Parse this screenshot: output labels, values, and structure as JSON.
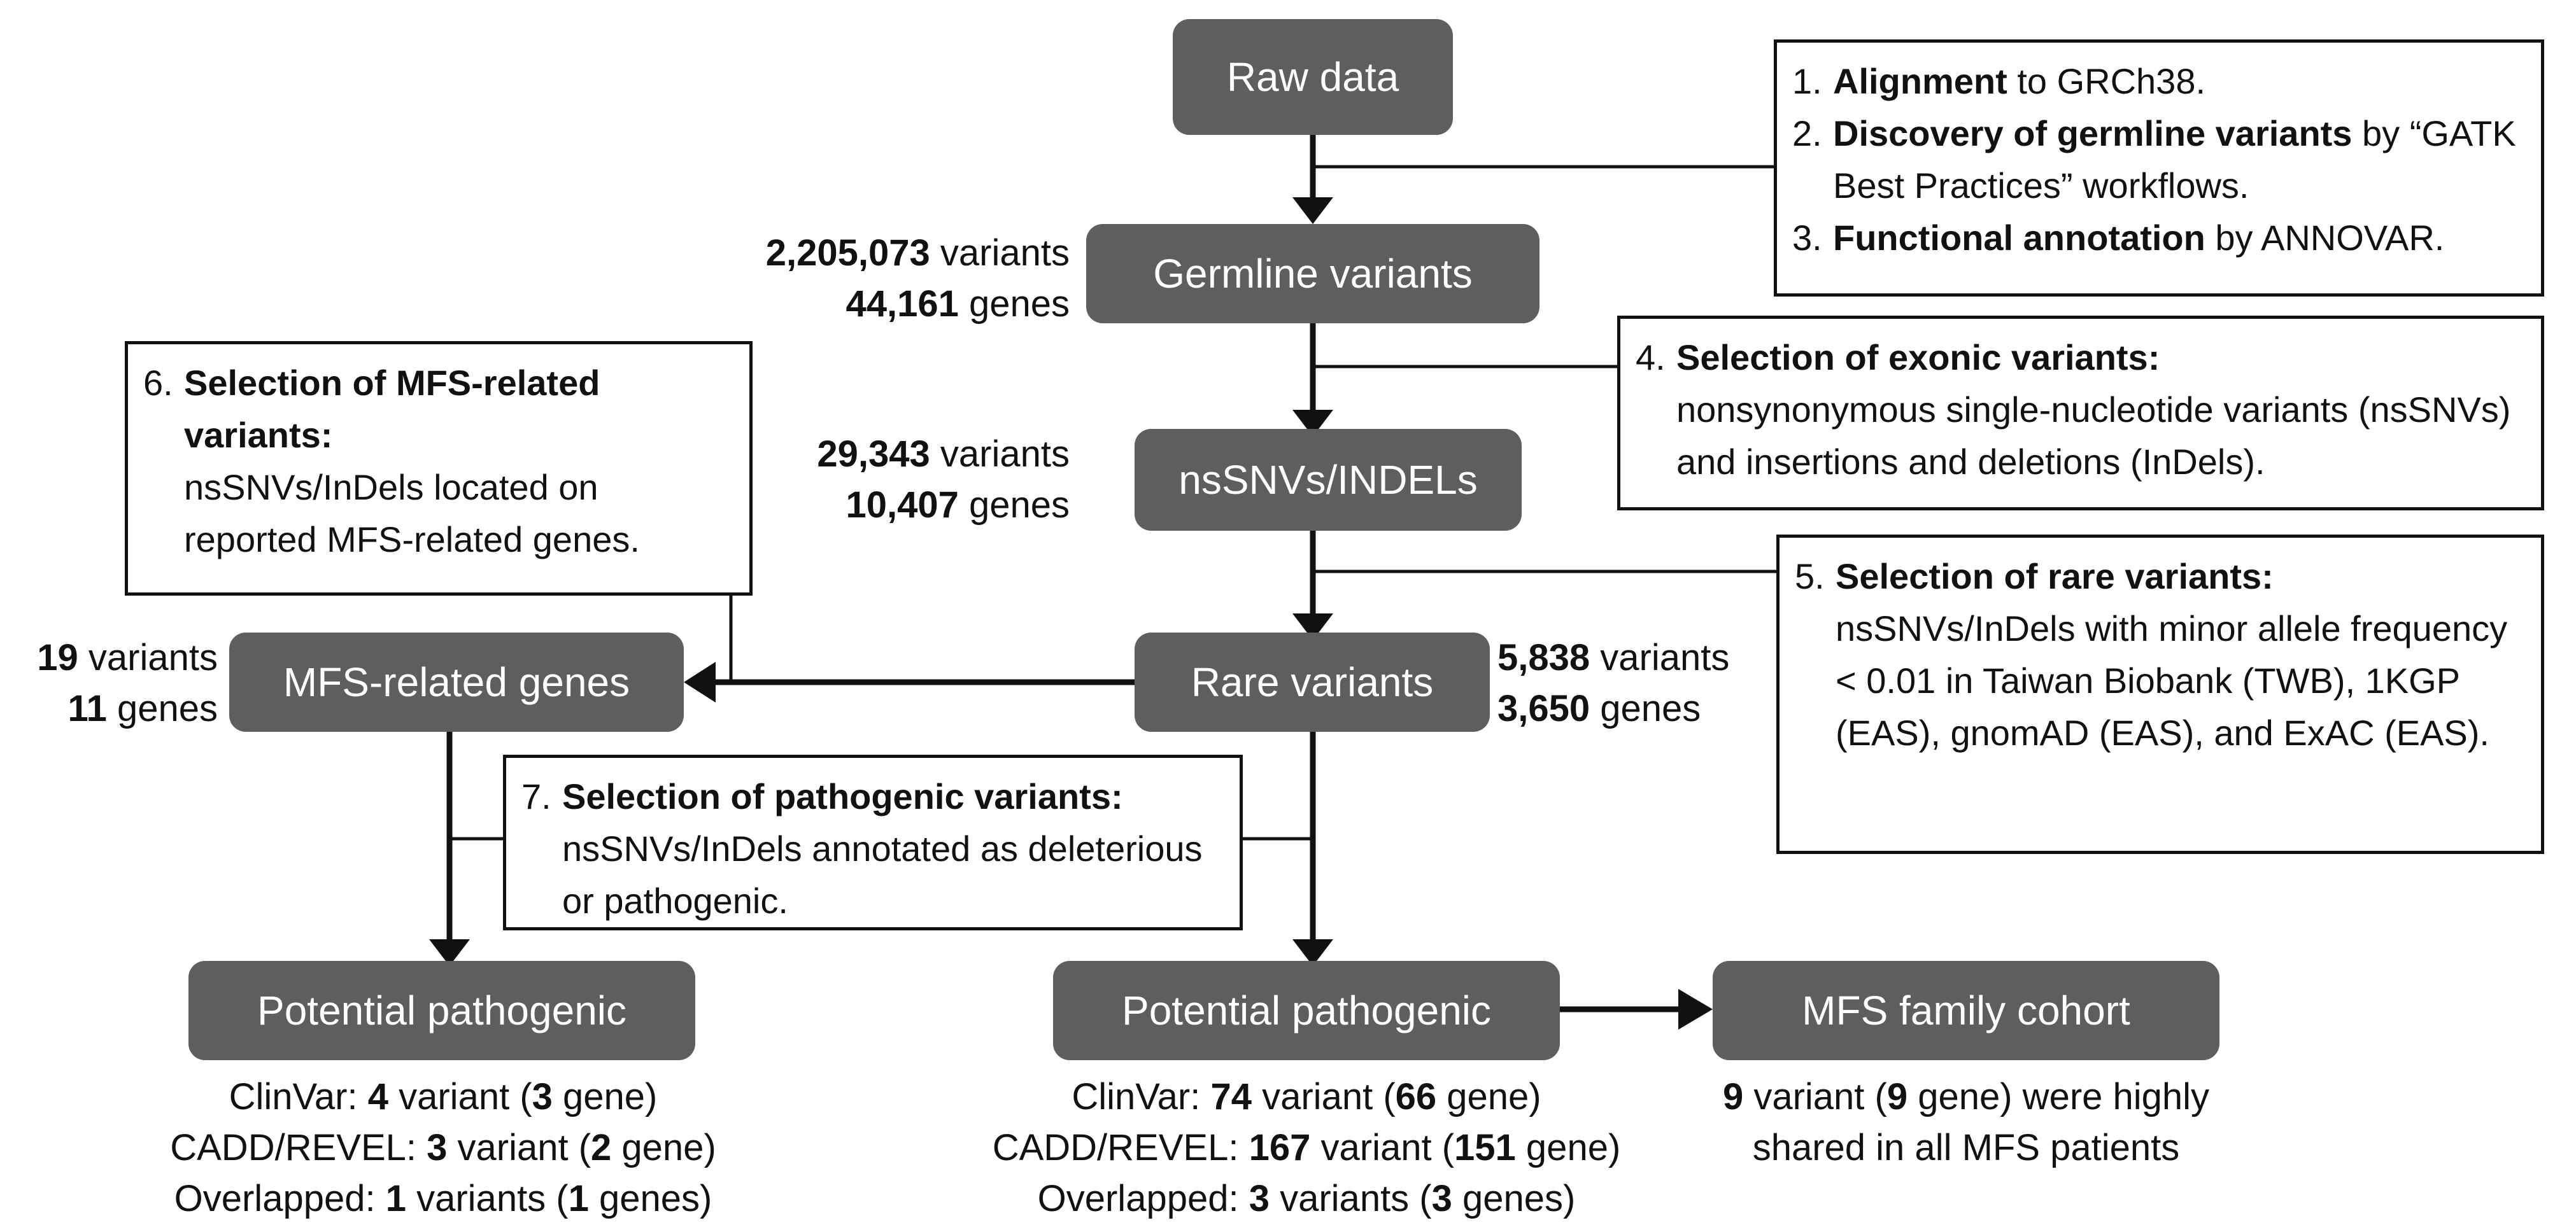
{
  "nodes": {
    "raw_data": "Raw data",
    "germline": "Germline variants",
    "nssnvs": "nsSNVs/INDELs",
    "rare": "Rare variants",
    "mfs_related": "MFS-related genes",
    "potential_left": "Potential pathogenic",
    "potential_right": "Potential pathogenic",
    "cohort": "MFS family cohort"
  },
  "counts": {
    "germline": {
      "variants_num": "2,205,073",
      "variants_word": "variants",
      "genes_num": "44,161",
      "genes_word": "genes"
    },
    "nssnvs": {
      "variants_num": "29,343",
      "variants_word": "variants",
      "genes_num": "10,407",
      "genes_word": "genes"
    },
    "rare": {
      "variants_num": "5,838",
      "variants_word": "variants",
      "genes_num": "3,650",
      "genes_word": "genes"
    },
    "mfs": {
      "variants_num": "19",
      "variants_word": "variants",
      "genes_num": "11",
      "genes_word": "genes"
    }
  },
  "notes": {
    "n1": {
      "num": "1.",
      "bold": "Alignment",
      "rest": " to GRCh38."
    },
    "n2": {
      "num": "2.",
      "bold": "Discovery of germline variants",
      "rest": " by “GATK Best Practices” workflows."
    },
    "n3": {
      "num": "3.",
      "bold": "Functional annotation",
      "rest": " by ANNOVAR."
    },
    "n4": {
      "num": "4.",
      "bold": "Selection of exonic variants:",
      "rest": "nonsynonymous single-nucleotide variants (nsSNVs) and insertions and deletions (InDels)."
    },
    "n5": {
      "num": "5.",
      "bold": "Selection of rare variants:",
      "rest": "nsSNVs/InDels with minor allele frequency < 0.01 in Taiwan Biobank (TWB), 1KGP (EAS), gnomAD (EAS), and ExAC (EAS)."
    },
    "n6": {
      "num": "6.",
      "bold": "Selection of MFS-related variants:",
      "rest": "nsSNVs/InDels located on reported MFS-related genes."
    },
    "n7": {
      "num": "7.",
      "bold": "Selection of pathogenic variants:",
      "rest": "nsSNVs/InDels annotated as deleterious or pathogenic."
    }
  },
  "results_left": {
    "clinvar": {
      "label": "ClinVar: ",
      "v": "4",
      "vw": " variant (",
      "g": "3",
      "gw": " gene)"
    },
    "cadd": {
      "label": "CADD/REVEL: ",
      "v": "3",
      "vw": " variant (",
      "g": "2",
      "gw": " gene)"
    },
    "overlap": {
      "label": "Overlapped: ",
      "v": "1",
      "vw": " variants (",
      "g": "1",
      "gw": " genes)"
    }
  },
  "results_right": {
    "clinvar": {
      "label": "ClinVar: ",
      "v": "74",
      "vw": " variant (",
      "g": "66",
      "gw": " gene)"
    },
    "cadd": {
      "label": "CADD/REVEL: ",
      "v": "167",
      "vw": " variant (",
      "g": "151",
      "gw": " gene)"
    },
    "overlap": {
      "label": "Overlapped: ",
      "v": "3",
      "vw": " variants (",
      "g": "3",
      "gw": " genes)"
    }
  },
  "cohort_result": {
    "v": "9",
    "vw": " variant (",
    "g": "9",
    "gw": " gene) were highly",
    "line2": "shared in all MFS patients"
  },
  "colors": {
    "node_fill": "#5e5e5e",
    "node_text": "#ffffff",
    "line": "#111111"
  }
}
